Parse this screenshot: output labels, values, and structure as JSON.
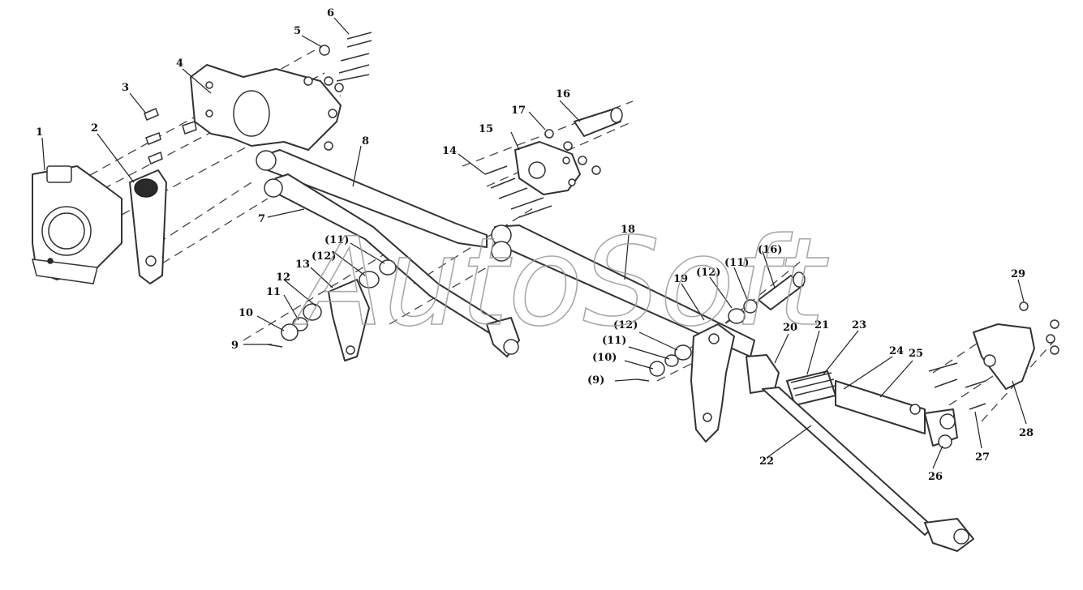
{
  "watermark": "AutoSoft",
  "callouts": [
    {
      "label": "1"
    },
    {
      "label": "2"
    },
    {
      "label": "3"
    },
    {
      "label": "4"
    },
    {
      "label": "5"
    },
    {
      "label": "6"
    },
    {
      "label": "7"
    },
    {
      "label": "8"
    },
    {
      "label": "9"
    },
    {
      "label": "10"
    },
    {
      "label": "11"
    },
    {
      "label": "12"
    },
    {
      "label": "13"
    },
    {
      "label": "(11)"
    },
    {
      "label": "(12)"
    },
    {
      "label": "14"
    },
    {
      "label": "15"
    },
    {
      "label": "17"
    },
    {
      "label": "16"
    },
    {
      "label": "18"
    },
    {
      "label": "19"
    },
    {
      "label": "(12)"
    },
    {
      "label": "(11)"
    },
    {
      "label": "(16)"
    },
    {
      "label": "(12)"
    },
    {
      "label": "(11)"
    },
    {
      "label": "(10)"
    },
    {
      "label": "(9)"
    },
    {
      "label": "20"
    },
    {
      "label": "21"
    },
    {
      "label": "23"
    },
    {
      "label": "24"
    },
    {
      "label": "25"
    },
    {
      "label": "22"
    },
    {
      "label": "26"
    },
    {
      "label": "27"
    },
    {
      "label": "28"
    },
    {
      "label": "29"
    }
  ]
}
